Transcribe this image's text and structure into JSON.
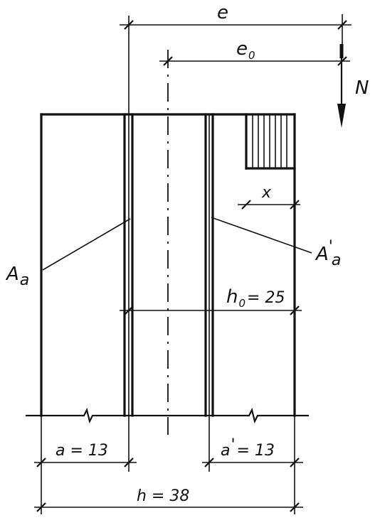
{
  "labels": {
    "e": "e",
    "e0_main": "e",
    "e0_sub": "0",
    "N": "N",
    "x": "x",
    "Aa_main": "A",
    "Aa_sub": "a",
    "Aa_prime_main": "A",
    "Aa_prime_sup": "'",
    "Aa_prime_sub": "a",
    "h0_main": "h",
    "h0_sub": "0",
    "h0_value": "= 25",
    "a_dim": "a = 13",
    "a_prime_main": "a",
    "a_prime_sup": "'",
    "a_prime_value": "= 13",
    "h_dim": "h = 38"
  },
  "colors": {
    "ink": "#111111",
    "background": "#ffffff"
  }
}
